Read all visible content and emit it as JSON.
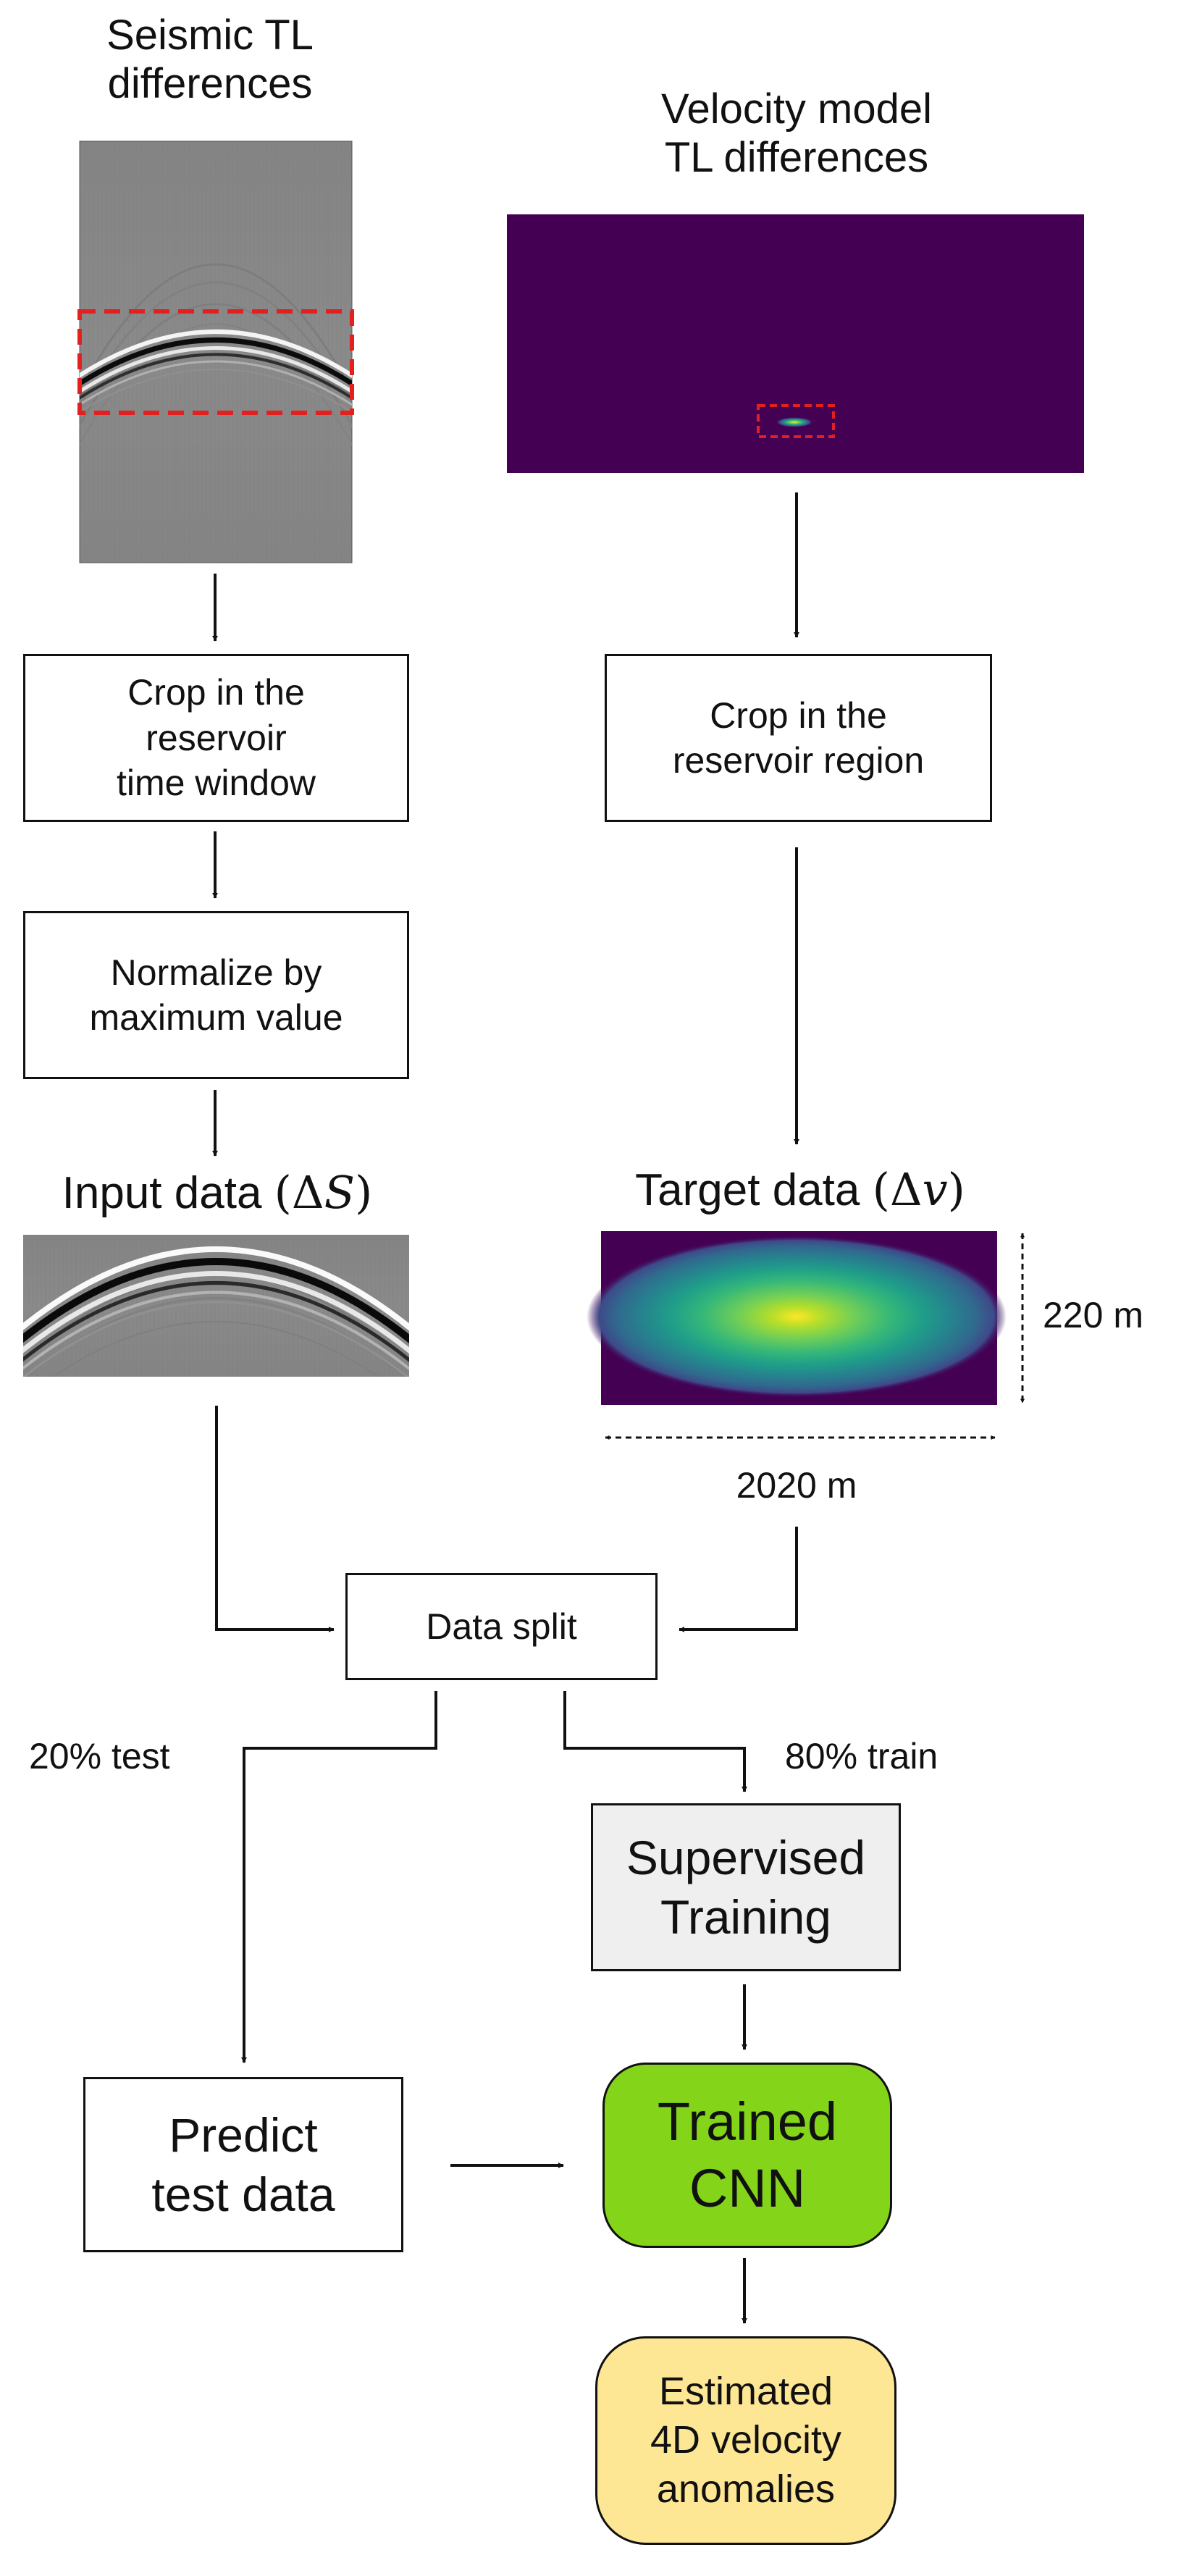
{
  "seismic_panel": {
    "title_line1": "Seismic TL",
    "title_line2": "differences"
  },
  "velocity_panel": {
    "title_line1": "Velocity model",
    "title_line2": "TL differences"
  },
  "steps": {
    "crop_time": "Crop in the\nreservoir\ntime window",
    "crop_region": "Crop in the\nreservoir region",
    "normalize": "Normalize by\nmaximum value",
    "data_split": "Data split",
    "supervised": "Supervised\nTraining",
    "predict": "Predict\ntest data",
    "trained_cnn": "Trained\nCNN",
    "estimated": "Estimated\n4D velocity\nanomalies"
  },
  "input": {
    "label": "Input data",
    "symbol_delta": "Δ",
    "symbol_var": "S"
  },
  "target": {
    "label": "Target data",
    "symbol_delta": "Δ",
    "symbol_var": "v"
  },
  "dimensions": {
    "height": "220 m",
    "width": "2020 m"
  },
  "splits": {
    "test": "20% test",
    "train": "80% train"
  },
  "colors": {
    "trained_cnn_fill": "#84d41a",
    "estimated_fill": "#fde694",
    "supervised_fill": "#efefef",
    "crop_marker": "#e32020",
    "viridis_background": "#440154"
  }
}
